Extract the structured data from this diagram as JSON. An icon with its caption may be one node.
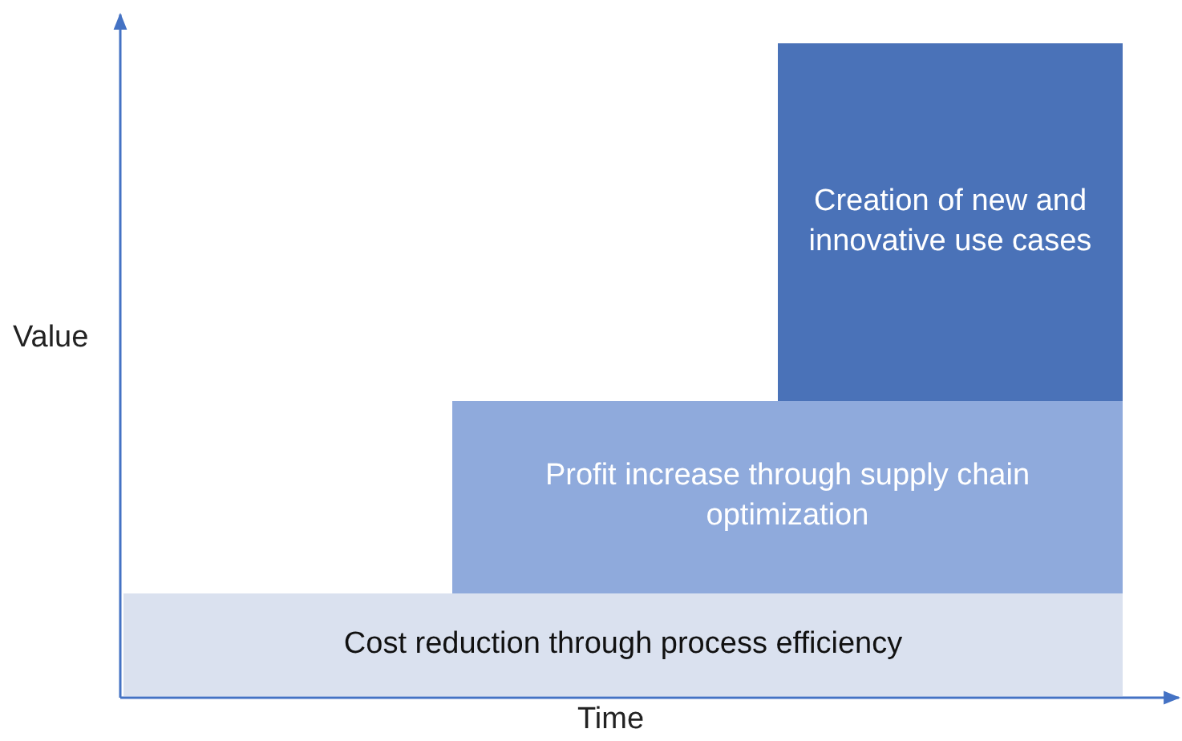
{
  "diagram": {
    "nodes": [
      {
        "text": [
          "Creation of new and innovative use cases"
        ]
      },
      {
        "text": [
          "Profit increase through supply chain optimization"
        ]
      },
      {
        "text": [
          "Cost reduction through process efficiency"
        ]
      }
    ],
    "labels": [
      "Value",
      "Time"
    ]
  }
}
